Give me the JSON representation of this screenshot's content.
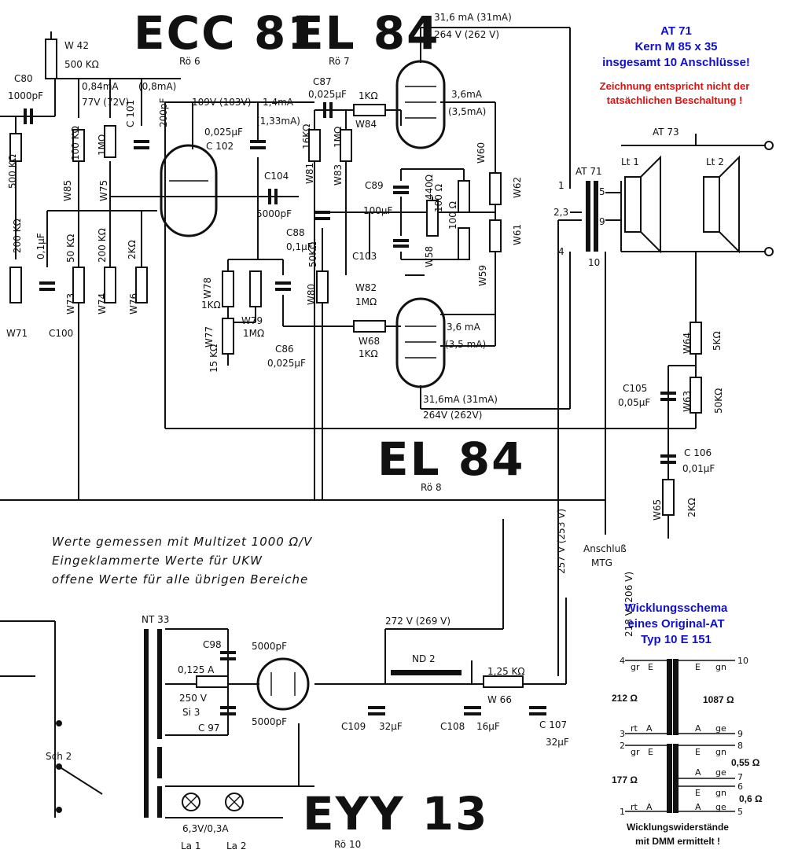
{
  "tubes": {
    "ecc81": {
      "name": "ECC 81",
      "ref": "Rö 6"
    },
    "el84_1": {
      "name": "EL 84",
      "ref": "Rö 7"
    },
    "el84_2": {
      "name": "EL 84",
      "ref": "Rö 8"
    },
    "eyy13": {
      "name": "EYY 13",
      "ref": "Rö 10"
    }
  },
  "transformer_info": {
    "title": "AT 71",
    "core": "Kern M 85 x 35",
    "connections": "insgesamt 10 Anschlüsse!",
    "warning_line1": "Zeichnung entspricht nicht der",
    "warning_line2": "tatsächlichen Beschaltung !"
  },
  "components": {
    "w42": "W 42",
    "w42_val": "500 KΩ",
    "c80": "C80",
    "c80_val": "1000pF",
    "pot500": "500 KΩ",
    "w85": "W85",
    "w85_val": "100 KΩ",
    "w75": "W75",
    "w75_val": "1MΩ",
    "c101": "C 101",
    "c101_val": "200pF",
    "w71": "W71",
    "w71_val": "200 KΩ",
    "c100": "C100",
    "c100_val": "0,1µF",
    "w73": "W73",
    "w73_val": "50 KΩ",
    "w74": "W74",
    "w74_val": "200 KΩ",
    "w76": "W76",
    "w76_val": "2KΩ",
    "c102": "C 102",
    "c102_val": "0,025µF",
    "c104": "C104",
    "c104_val": "5000pF",
    "w78": "W78",
    "w78_val": "1KΩ",
    "w77": "W77",
    "w77_val": "15 KΩ",
    "w79": "W79",
    "w79_val": "1MΩ",
    "c86": "C86",
    "c86_val": "0,025µF",
    "w81": "W81",
    "w81_val": "16KΩ",
    "w83": "W83",
    "w83_val": "1MΩ",
    "c87": "C87",
    "c87_val": "0,025µF",
    "w84": "W84",
    "w84_val": "1KΩ",
    "c88": "C88",
    "c88_val": "0,1µF",
    "w80": "W80",
    "w80_val": "50KΩ",
    "w82": "W82",
    "w82_val": "1MΩ",
    "c89": "C89",
    "c89_val": "100µF",
    "c103": "C103",
    "w58": "W58",
    "w58_val": "100 Ω",
    "r440": "440Ω",
    "r100": "100 Ω",
    "w60": "W60",
    "w62": "W62",
    "w61": "W61",
    "w59": "W59",
    "w68": "W68",
    "w68_val": "1KΩ",
    "w64": "W64",
    "w64_val": "5KΩ",
    "c105": "C105",
    "c105_val": "0,05µF",
    "w63": "W63",
    "w63_val": "50KΩ",
    "c106": "C 106",
    "c106_val": "0,01µF",
    "w65": "W65",
    "w65_val": "2KΩ",
    "at71": "AT 71",
    "at73": "AT 73",
    "lt1": "Lt 1",
    "lt2": "Lt 2",
    "pin1": "1",
    "pin23": "2,3",
    "pin4": "4",
    "pin5": "5",
    "pin9": "9",
    "pin10": "10",
    "mtg": "Anschluß",
    "mtg2": "MTG",
    "nt33": "NT 33",
    "c98": "C98",
    "c98_val": "5000pF",
    "c97": "C 97",
    "c97_val": "5000pF",
    "fuse": "0,125 A",
    "fuse2": "250 V",
    "fuse3": "Si 3",
    "nd2": "ND 2",
    "w66": "W 66",
    "w66_val": "1,25 KΩ",
    "c109": "C109",
    "c109_val": "32µF",
    "c108": "C108",
    "c108_val": "16µF",
    "c107": "C 107",
    "c107_val": "32µF",
    "sch2": "Sch 2",
    "lamps": "6,3V/0,3A",
    "la1": "La 1",
    "la2": "La 2"
  },
  "measurements": {
    "m1": "0,84mA",
    "m2": "(0,8mA)",
    "m3": "77V (72V)",
    "m4": "109V (103V)",
    "m5": "1,4mA",
    "m6": "(1,33mA)",
    "m7": "31,6 mA  (31mA)",
    "m8": "264 V  (262 V)",
    "m9": "3,6mA",
    "m10": "(3,5mA)",
    "m11": "3,6 mA",
    "m12": "(3,5 mA)",
    "m13": "31,6mA (31mA)",
    "m14": "264V  (262V)",
    "m15": "272 V  (269 V)",
    "m16": "257 V  (253 V)",
    "m17": "218 V  (206 V)"
  },
  "notes": {
    "line1": "Werte gemessen mit Multizet 1000 Ω/V",
    "line2": "Eingeklammerte Werte für UKW",
    "line3": "offene Werte für alle übrigen Bereiche"
  },
  "winding": {
    "title1": "Wicklungsschema",
    "title2": "eines Original-AT",
    "title3": "Typ 10 E 151",
    "p4": "4",
    "p10": "10",
    "p3": "3",
    "p2": "2",
    "p9": "9",
    "p8": "8",
    "p7": "7",
    "p6": "6",
    "p1": "1",
    "p5": "5",
    "gr": "gr",
    "e": "E",
    "gn": "gn",
    "rt": "rt",
    "a": "A",
    "ge": "ge",
    "r212": "212 Ω",
    "r1087": "1087 Ω",
    "r177": "177 Ω",
    "r055": "0,55 Ω",
    "r06": "0,6 Ω",
    "foot1": "Wicklungswiderstände",
    "foot2": "mit DMM ermittelt !"
  },
  "colors": {
    "blue": "#1010c8",
    "red": "#e01010",
    "ink": "#111111"
  }
}
